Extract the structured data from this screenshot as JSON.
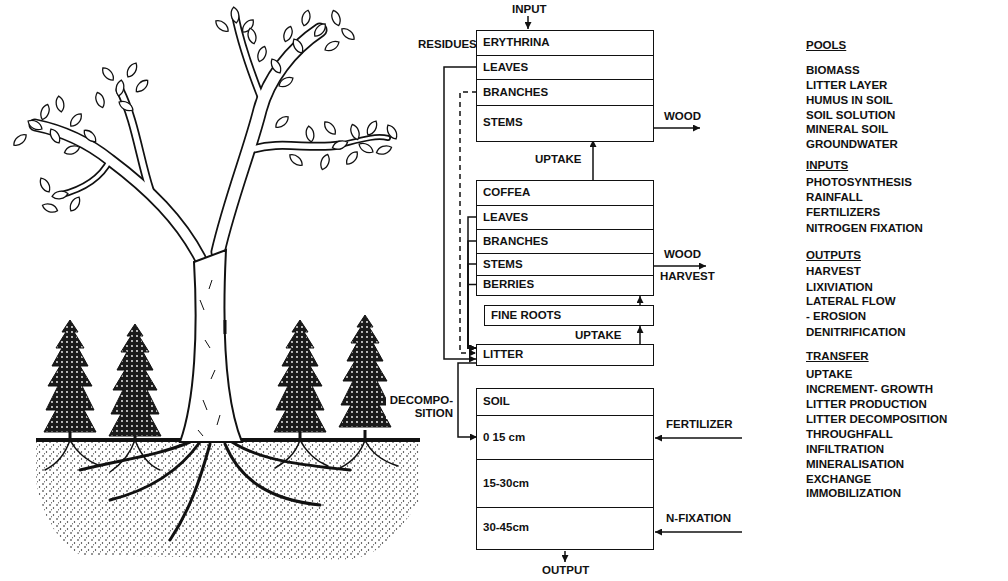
{
  "diagram": {
    "nodes": [
      {
        "text": [
          "ERYTHRINA"
        ]
      },
      {
        "text": [
          "LEAVES"
        ],
        "in": 0
      },
      {
        "text": [
          "BRANCHES"
        ],
        "in": 0
      },
      {
        "text": [
          "STEMS"
        ],
        "in": 0
      },
      {
        "text": [
          "COFFEA"
        ]
      },
      {
        "text": [
          "LEAVES"
        ],
        "in": 4
      },
      {
        "text": [
          "BRANCHES"
        ],
        "in": 4
      },
      {
        "text": [
          "STEMS"
        ],
        "in": 4
      },
      {
        "text": [
          "BERRIES"
        ],
        "in": 4
      },
      {
        "text": [
          "FINE ROOTS"
        ]
      },
      {
        "text": [
          "LITTER"
        ]
      },
      {
        "text": [
          "SOIL"
        ]
      },
      {
        "text": [
          "0 15 cm"
        ],
        "in": 11
      },
      {
        "text": [
          "15-30cm"
        ],
        "in": 11
      },
      {
        "text": [
          "30-45cm"
        ],
        "in": 11
      }
    ],
    "edges": [
      {
        "from": 1,
        "to": 10,
        "arrow": "to"
      },
      {
        "from": 2,
        "to": 10,
        "arrow": "to"
      },
      {
        "from": 5,
        "to": 10,
        "arrow": "to"
      },
      {
        "from": 6,
        "to": 10,
        "arrow": "to"
      },
      {
        "from": 7,
        "to": 10,
        "arrow": "to"
      },
      {
        "from": 8,
        "to": 10,
        "arrow": "to"
      },
      {
        "from": 4,
        "to": 3,
        "label": "UPTAKE",
        "arrow": "to"
      },
      {
        "from": 10,
        "to": 9,
        "label": "UPTAKE",
        "arrow": "to"
      },
      {
        "from": 9,
        "to": 4,
        "arrow": "to"
      },
      {
        "from": 10,
        "to": 12,
        "label": "DECOMPO- SITION",
        "arrow": "to"
      }
    ],
    "labels": [
      "INPUT",
      "RESIDUES",
      "WOOD",
      "WOOD",
      "HARVEST",
      "FERTILIZER",
      "N-FIXATION",
      "OUTPUT",
      "POOLS",
      "BIOMASS",
      "LITTER LAYER",
      "HUMUS IN SOIL",
      "SOIL SOLUTION",
      "MINERAL SOIL",
      "GROUNDWATER",
      "INPUTS",
      "PHOTOSYNTHESIS",
      "RAINFALL",
      "FERTILIZERS",
      "NITROGEN FIXATION",
      "OUTPUTS",
      "HARVEST",
      "LIXIVIATION",
      "LATERAL FLOW",
      "- EROSION",
      "DENITRIFICATION",
      "TRANSFER",
      "UPTAKE",
      "INCREMENT- GROWTH",
      "LITTER PRODUCTION",
      "LITTER DECOMPOSITION",
      "THROUGHFALL",
      "INFILTRATION",
      "MINERALISATION",
      "EXCHANGE",
      "IMMOBILIZATION"
    ]
  }
}
